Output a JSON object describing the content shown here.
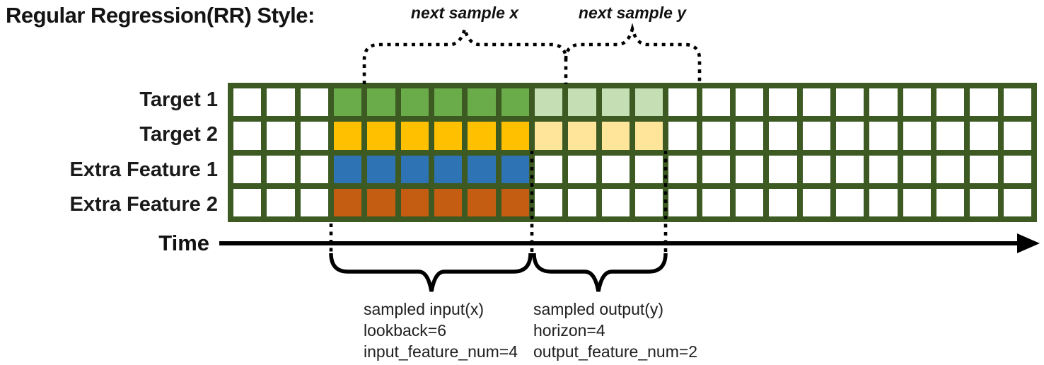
{
  "title": "Regular Regression(RR) Style:",
  "colors": {
    "grid_line": "#3c5a22",
    "input_green": "#6aab4a",
    "output_green": "#c5deb4",
    "input_gold": "#ffc000",
    "output_gold": "#ffe599",
    "input_blue": "#2e74b5",
    "input_orange": "#c45d12",
    "empty_cell": "#ffffff",
    "line_art": "#000000"
  },
  "grid": {
    "columns": 24,
    "lead_empty_columns": 3,
    "input_columns": 6,
    "output_columns": 4,
    "rows": [
      {
        "label": "Target 1",
        "input_color": "#6aab4a",
        "output_color": "#c5deb4",
        "has_output": true
      },
      {
        "label": "Target 2",
        "input_color": "#ffc000",
        "output_color": "#ffe599",
        "has_output": true
      },
      {
        "label": "Extra Feature 1",
        "input_color": "#2e74b5",
        "output_color": null,
        "has_output": false
      },
      {
        "label": "Extra Feature 2",
        "input_color": "#c45d12",
        "output_color": null,
        "has_output": false
      }
    ]
  },
  "annotations": {
    "next_sample_x": "next sample x",
    "next_sample_y": "next sample y",
    "time_label": "Time",
    "sampled_input": {
      "line1": "sampled input(x)",
      "line2": "lookback=6",
      "line3": "input_feature_num=4"
    },
    "sampled_output": {
      "line1": "sampled output(y)",
      "line2": "horizon=4",
      "line3": "output_feature_num=2"
    }
  }
}
